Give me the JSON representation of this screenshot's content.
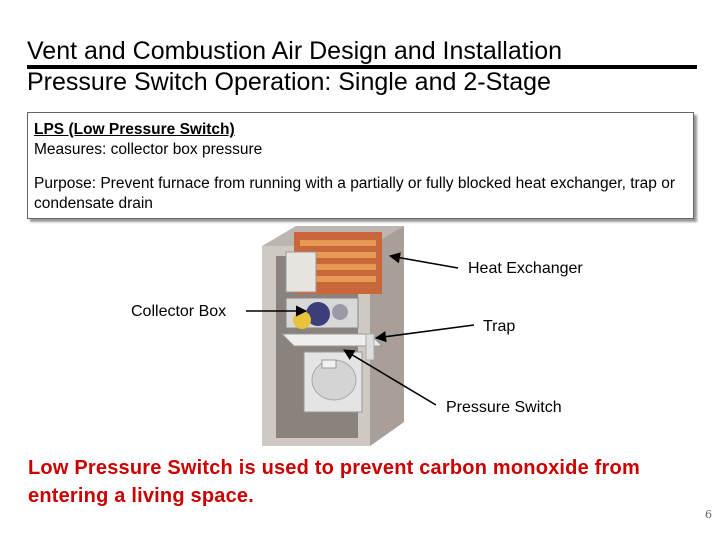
{
  "title": {
    "line1": "Vent and Combustion Air Design and Installation",
    "line2": "Pressure Switch Operation: Single and 2-Stage"
  },
  "info_box": {
    "heading": "LPS (Low Pressure Switch)",
    "measures": "Measures:  collector box pressure",
    "purpose": "Purpose:  Prevent furnace from running with a partially or fully blocked heat exchanger, trap or condensate drain"
  },
  "callouts": {
    "heat_exchanger": "Heat Exchanger",
    "collector_box": "Collector Box",
    "trap": "Trap",
    "pressure_switch": "Pressure Switch"
  },
  "warning": "Low Pressure Switch is used to prevent carbon monoxide from entering a living space.",
  "page_number": "6",
  "colors": {
    "warning": "#cc0000",
    "cabinet": "#c8c2bc",
    "heat_exchanger": "#c9673a",
    "blower": "#e2e2e2"
  }
}
